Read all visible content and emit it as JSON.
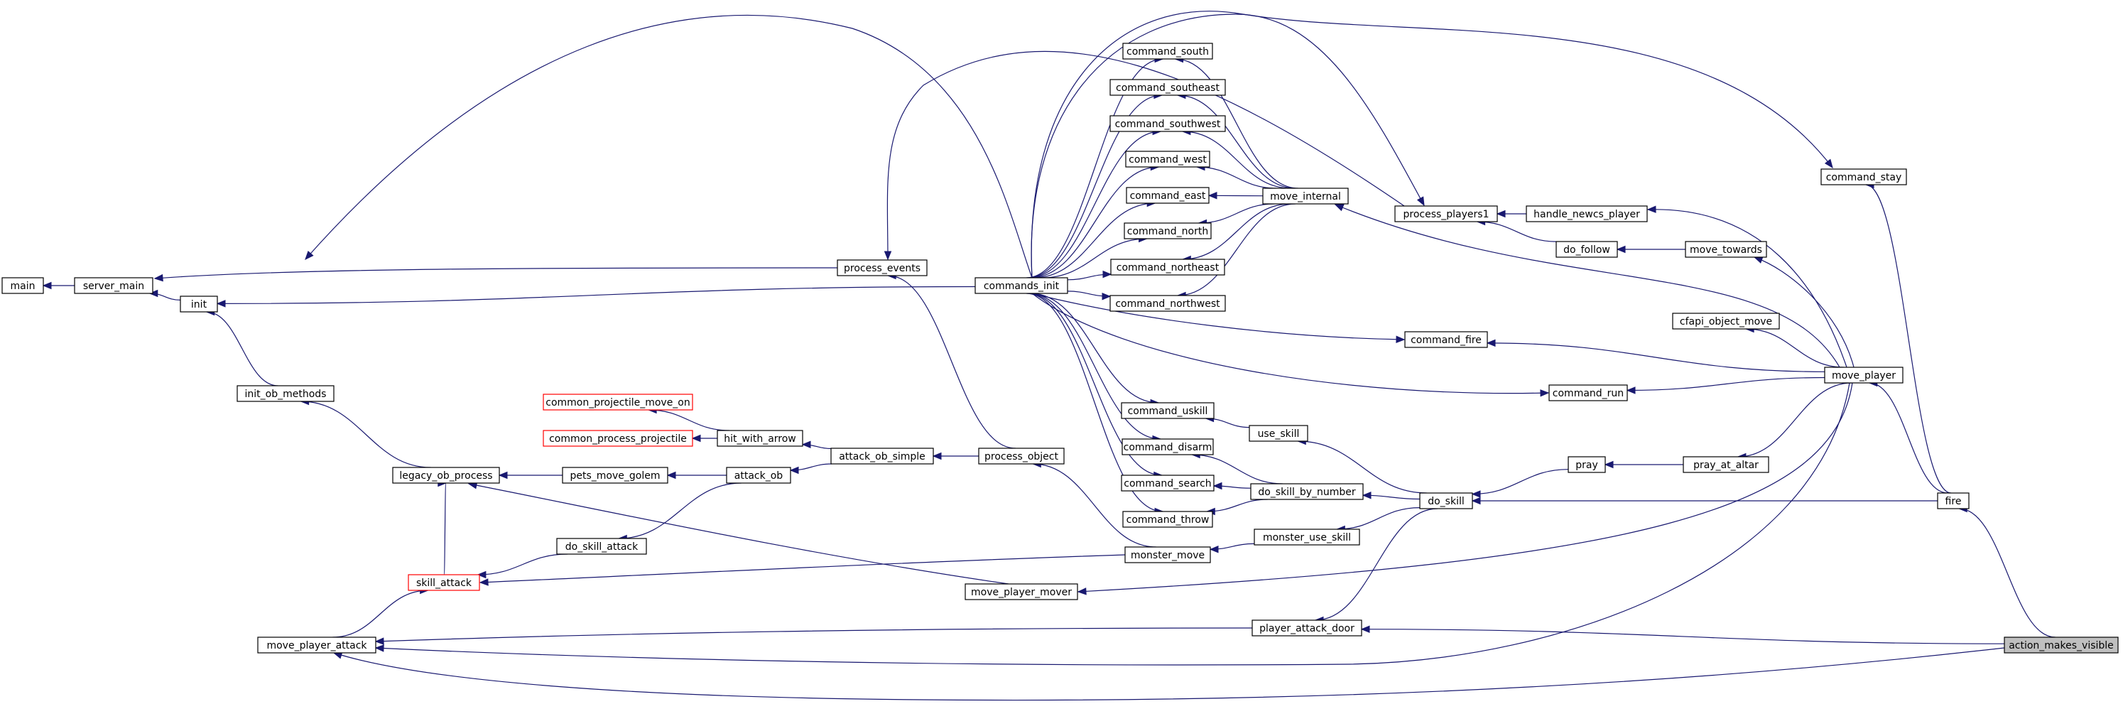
{
  "colors": {
    "edge": "#191970",
    "node_border": "#000000",
    "node_border_truncated": "#ff0000",
    "root_fill": "#bfbfbf",
    "background": "#ffffff"
  },
  "nodes": {
    "main": "main",
    "server_main": "server_main",
    "init": "init",
    "init_ob_methods": "init_ob_methods",
    "legacy_ob_process": "legacy_ob_process",
    "skill_attack": "skill_attack",
    "move_player_attack": "move_player_attack",
    "do_skill_attack": "do_skill_attack",
    "pets_move_golem": "pets_move_golem",
    "attack_ob": "attack_ob",
    "common_projectile_move_on": "common_projectile_move_on",
    "common_process_projectile": "common_process_projectile",
    "hit_with_arrow": "hit_with_arrow",
    "attack_ob_simple": "attack_ob_simple",
    "process_events": "process_events",
    "process_object": "process_object",
    "move_player_mover": "move_player_mover",
    "commands_init": "commands_init",
    "command_south": "command_south",
    "command_southeast": "command_southeast",
    "command_southwest": "command_southwest",
    "command_west": "command_west",
    "command_east": "command_east",
    "command_north": "command_north",
    "command_northeast": "command_northeast",
    "command_northwest": "command_northwest",
    "command_uskill": "command_uskill",
    "command_disarm": "command_disarm",
    "command_search": "command_search",
    "command_throw": "command_throw",
    "monster_move": "monster_move",
    "move_internal": "move_internal",
    "use_skill": "use_skill",
    "do_skill_by_number": "do_skill_by_number",
    "monster_use_skill": "monster_use_skill",
    "player_attack_door": "player_attack_door",
    "process_players1": "process_players1",
    "handle_newcs_player": "handle_newcs_player",
    "do_follow": "do_follow",
    "move_towards": "move_towards",
    "command_fire": "command_fire",
    "command_run": "command_run",
    "do_skill": "do_skill",
    "pray": "pray",
    "pray_at_altar": "pray_at_altar",
    "cfapi_object_move": "cfapi_object_move",
    "command_stay": "command_stay",
    "move_player": "move_player",
    "fire": "fire",
    "action_makes_visible": "action_makes_visible"
  }
}
